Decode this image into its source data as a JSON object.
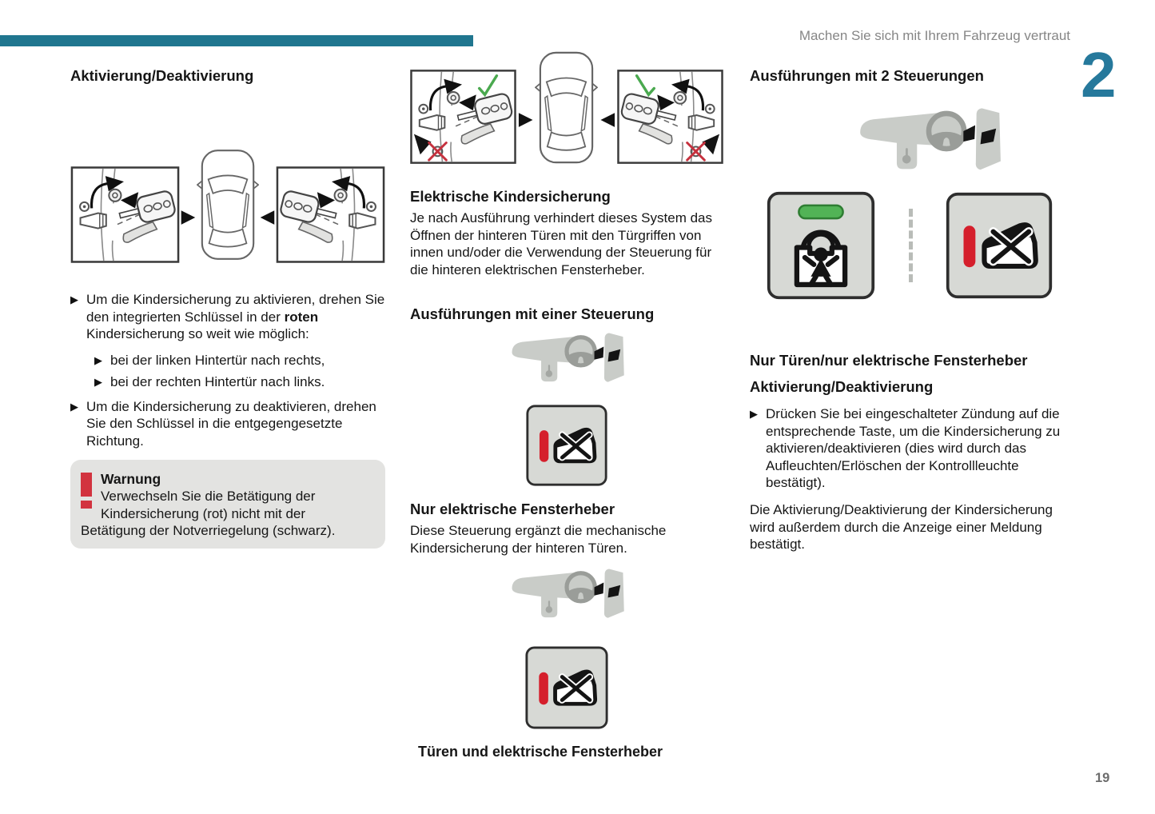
{
  "page": {
    "header": "Machen Sie sich mit Ihrem Fahrzeug vertraut",
    "chapter_number": "2",
    "page_number": "19"
  },
  "glyphs": {
    "bullet": "▶",
    "arrow_right": "▶",
    "arrow_left": "◀"
  },
  "colors": {
    "accent_teal": "#20768f",
    "chapter_teal": "#26799c",
    "warning_red": "#d2333f",
    "led_red": "#d51f2c",
    "led_green": "#52b356",
    "button_gray": "#d7d9d5"
  },
  "icons": {
    "window-switch-icon": "car-window-with-cross",
    "child-lock-icon": "padlock-with-child-figure",
    "dashboard-icon": "dashboard-steering-wheel-open-door",
    "key-lock-icon": "remote-key-into-door-lock",
    "car-top-view-icon": "car-seen-from-above",
    "warning-icon": "red-exclamation-mark"
  },
  "left_column": {
    "heading": "Aktivierung/Deaktivierung",
    "bullet_activate": {
      "pre": "Um die Kindersicherung zu aktivieren, drehen Sie den integrierten Schlüssel in der ",
      "bold": "roten",
      "post": " Kindersicherung so weit wie möglich:"
    },
    "sub_bullets": [
      "bei der linken Hintertür nach rechts,",
      "bei der rechten Hintertür nach links."
    ],
    "bullet_deactivate": "Um die Kindersicherung zu deaktivieren, drehen Sie den Schlüssel in die entgegengesetzte Richtung.",
    "warning": {
      "title": "Warnung",
      "text": "Verwechseln Sie die Betätigung der Kindersicherung (rot) nicht mit der Betätigung der Notverriegelung (schwarz)."
    }
  },
  "middle_column": {
    "section1_heading": "Elektrische Kindersicherung",
    "section1_text": "Je nach Ausführung verhindert dieses System das Öffnen der hinteren Türen mit den Türgriffen von innen und/oder die Verwendung der Steuerung für die hinteren elektrischen Fensterheber.",
    "section2_heading": "Ausführungen mit einer Steuerung",
    "section3_heading": "Nur elektrische Fensterheber",
    "section3_text": "Diese Steuerung ergänzt die mechanische Kindersicherung der hinteren Türen.",
    "caption": "Türen und elektrische Fensterheber"
  },
  "right_column": {
    "heading": "Ausführungen mit 2 Steuerungen",
    "sub_heading1": "Nur Türen/nur elektrische Fensterheber",
    "sub_heading2": "Aktivierung/Deaktivierung",
    "bullet": "Drücken Sie bei eingeschalteter Zündung auf die entsprechende Taste, um die Kindersicherung zu aktivieren/deaktivieren (dies wird durch das Aufleuchten/Erlöschen der Kontrollleuchte bestätigt).",
    "text": "Die Aktivierung/Deaktivierung der Kindersicherung wird außerdem durch die Anzeige einer Meldung bestätigt."
  }
}
